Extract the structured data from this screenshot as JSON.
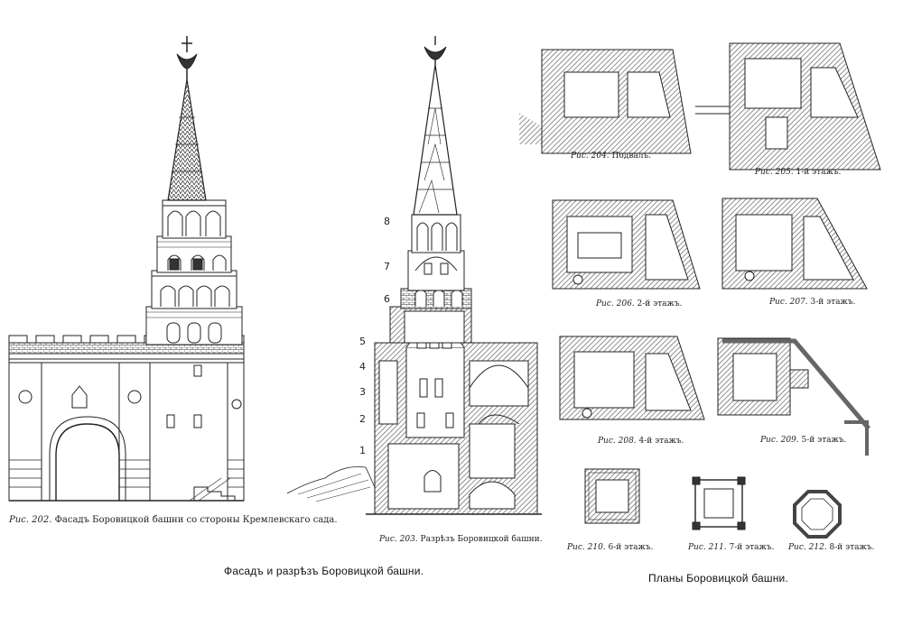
{
  "captions": {
    "fig202": {
      "num": "Рис. 202.",
      "text": "Фасадъ Боровицкой башни со стороны Кремлевскаго сада."
    },
    "fig203": {
      "num": "Рис. 203.",
      "text": "Разрѣзъ Боровицкой башни."
    },
    "fig204": {
      "num": "Рис. 204.",
      "text": "Подвалъ."
    },
    "fig205": {
      "num": "Рис. 205.",
      "text": "1-й этажъ."
    },
    "fig206": {
      "num": "Рис. 206.",
      "text": "2-й этажъ."
    },
    "fig207": {
      "num": "Рис. 207.",
      "text": "3-й этажъ."
    },
    "fig208": {
      "num": "Рис. 208.",
      "text": "4-й этажъ."
    },
    "fig209": {
      "num": "Рис. 209.",
      "text": "5-й этажъ."
    },
    "fig210": {
      "num": "Рис. 210.",
      "text": "6-й этажъ."
    },
    "fig211": {
      "num": "Рис. 211.",
      "text": "7-й этажъ."
    },
    "fig212": {
      "num": "Рис. 212.",
      "text": "8-й этажъ."
    }
  },
  "titles": {
    "facade_section": "Фасадъ и разрѣзъ Боровицкой башни.",
    "plans": "Планы Боровицкой башни."
  },
  "section_levels": [
    "8",
    "7",
    "6",
    "5",
    "4",
    "3",
    "2",
    "1"
  ],
  "colors": {
    "ink": "#1a1a1a",
    "hatch": "#555555",
    "wall": "#8a8a8a",
    "paper": "#ffffff"
  }
}
